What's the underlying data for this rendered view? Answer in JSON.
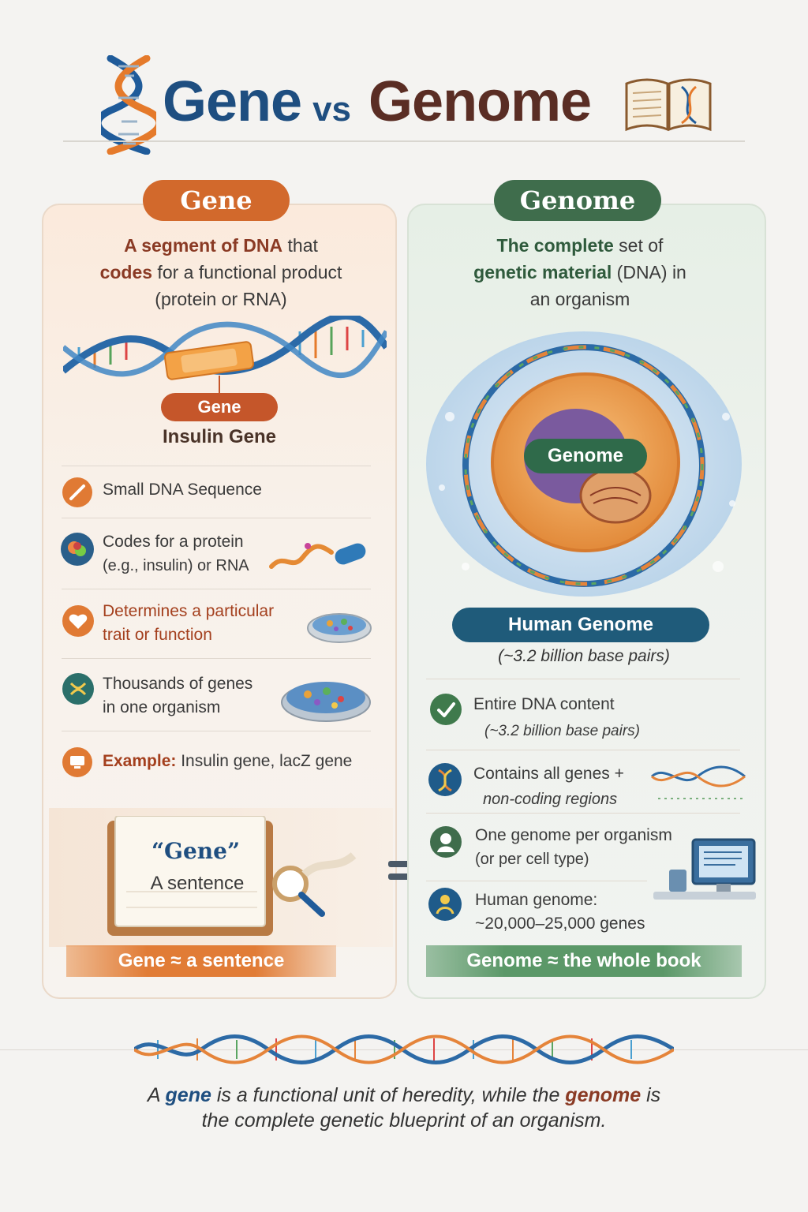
{
  "header": {
    "title_gene": "Gene",
    "title_vs": "vs",
    "title_genome": "Genome"
  },
  "gene_panel": {
    "heading": "Gene",
    "def_bold1": "A segment of DNA",
    "def_part1": " that",
    "def_bold2": "codes",
    "def_part2": " for a functional product",
    "def_part3": "(protein or RNA)",
    "dna_label": "Gene",
    "dna_caption": "Insulin Gene",
    "items": [
      {
        "line1": "Small DNA Sequence",
        "line2": ""
      },
      {
        "line1": "Codes for a protein",
        "line2": "(e.g., insulin) or RNA"
      },
      {
        "line1": "Determines a particular",
        "line2": "trait or function"
      },
      {
        "line1": "Thousands of genes",
        "line2": "in one organism"
      }
    ],
    "example_label": "Example:",
    "example_text": " Insulin gene, lacZ gene",
    "notepad_title": "“Gene”",
    "notepad_sub": "A sentence",
    "analogy": "Gene ≈ a sentence"
  },
  "genome_panel": {
    "heading": "Genome",
    "def_bold1": "The complete",
    "def_part1": " set of",
    "def_bold2": "genetic material",
    "def_part2": " (DNA) in",
    "def_part3": "an organism",
    "cell_tag": "Genome",
    "banner": "Human Genome",
    "banner_sub": "(~3.2 billion base pairs)",
    "items": [
      {
        "line1": "Entire DNA content",
        "line2": "(~3.2 billion base pairs)"
      },
      {
        "line1": "Contains all genes +",
        "line2": "non-coding regions"
      },
      {
        "line1": "One genome per organism",
        "line2": "(or per cell type)"
      },
      {
        "line1": "Human genome:",
        "line2": "~20,000–25,000 genes"
      }
    ],
    "analogy": "Genome ≈ the whole book"
  },
  "footer": {
    "p1": "A ",
    "b1": "gene",
    "p2": " is a functional unit of heredity, while the ",
    "b2": "genome",
    "p3": " is",
    "p4": "the complete genetic blueprint of an organism."
  },
  "colors": {
    "gene_accent": "#d2692c",
    "genome_accent": "#3f6d4c",
    "title_blue": "#1e4e80",
    "title_brown": "#5a2d24",
    "banner_blue": "#1f5b7a"
  }
}
